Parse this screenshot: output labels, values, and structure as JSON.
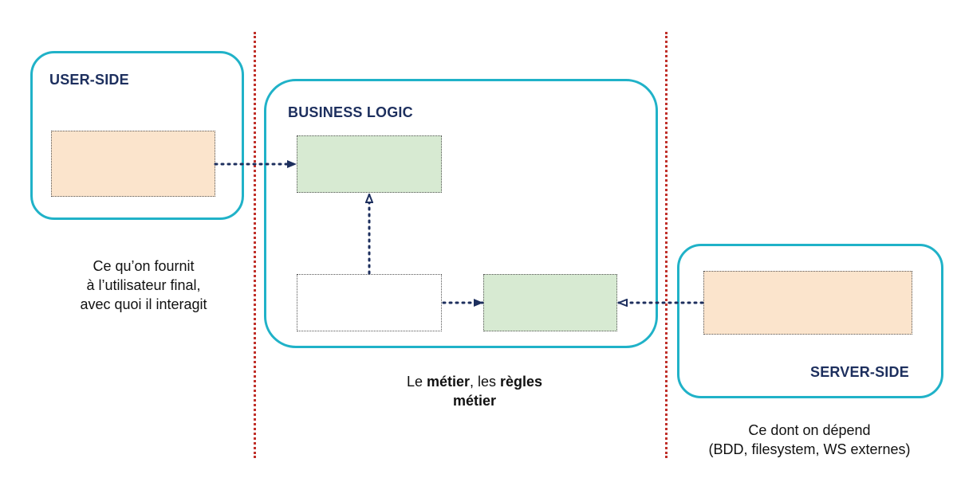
{
  "zones": {
    "user_side": {
      "title": "USER-SIDE"
    },
    "business_logic": {
      "title": "BUSINESS LOGIC"
    },
    "server_side": {
      "title": "SERVER-SIDE"
    }
  },
  "captions": {
    "user_side": [
      "Ce qu’on fournit",
      "à l’utilisateur final,",
      "avec quoi il interagit"
    ],
    "business_logic": {
      "part1": "Le ",
      "part2_bold": "métier",
      "part3": ", les ",
      "part4_bold": "règles",
      "part5_bold": "métier"
    },
    "server_side": [
      "Ce dont on dépend",
      "(BDD, filesystem, WS externes)"
    ]
  },
  "colors": {
    "zone_border": "#20b2c8",
    "title": "#1d2f5e",
    "separator": "#c0302a",
    "arrow": "#1d2f5e",
    "orange_box": "#fbe4cc",
    "green_box": "#d7ead2"
  }
}
